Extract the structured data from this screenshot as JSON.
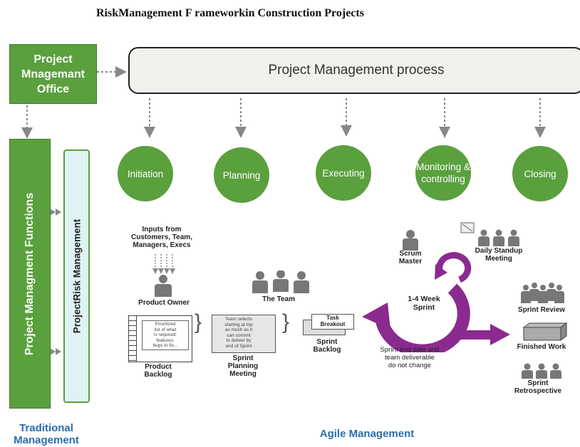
{
  "title": "RiskManagement F rameworkin Construction Projects",
  "pmo": "Project\nMnagemant\nOffice",
  "process": "Project Management process",
  "functions": "Project Managment Functions",
  "risk": "ProjectRisk Management",
  "phases": [
    "Initiation",
    "Planning",
    "Executing",
    "Monitoring &\ncontrolling",
    "Closing"
  ],
  "agile": {
    "inputs": "Inputs from\nCustomers, Team,\nManagers, Execs",
    "product_owner": "Product Owner",
    "the_team": "The Team",
    "scrum_master": "Scrum\nMaster",
    "daily_standup": "Daily Standup\nMeeting",
    "product_backlog": "Product\nBacklog",
    "backlog_doc": "Prioritized\nlist of what\nis required:\nfeatures,\nbugs to fix...",
    "sprint_planning": "Sprint\nPlanning\nMeeting",
    "planning_doc": "Team selects\nstarting at top\nas much as it\ncan commit\nto deliver by\nend of Sprint",
    "task_breakout": "Task\nBreakout",
    "sprint_backlog": "Sprint\nBacklog",
    "sprint_length": "1-4 Week\nSprint",
    "sprint_note": "Sprint end date and\nteam deliverable\ndo not change",
    "sprint_review": "Sprint Review",
    "finished_work": "Finished Work",
    "retrospective": "Sprint\nRetrospective"
  },
  "footer": {
    "traditional": "Traditional\nManagement",
    "agile": "Agile Management"
  },
  "colors": {
    "green": "#5aa03d",
    "purple": "#8b2a8f",
    "blue": "#2a6db0",
    "light_blue": "#dff3f7"
  }
}
